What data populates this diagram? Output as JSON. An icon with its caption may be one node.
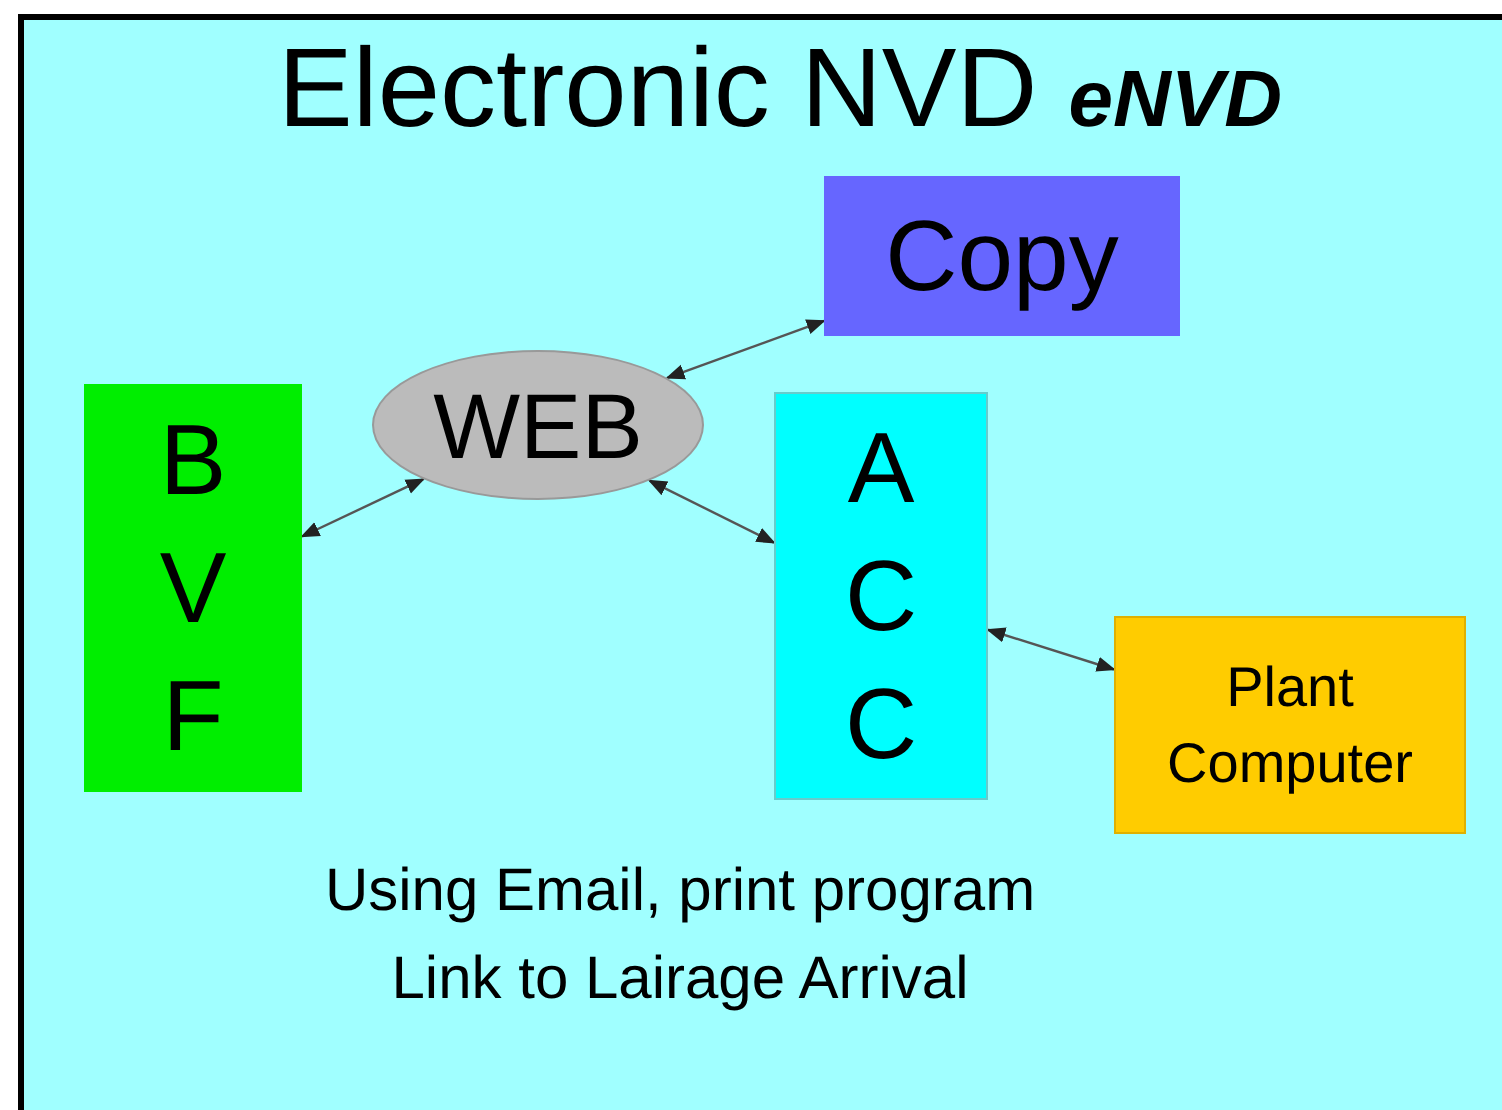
{
  "diagram": {
    "title": "Electronic NVD **eNVD**",
    "nodes": [
      {
        "text": [
          "Copy"
        ]
      },
      {
        "text": [
          "B V F"
        ]
      },
      {
        "text": [
          "WEB"
        ]
      },
      {
        "text": [
          "A C C"
        ]
      },
      {
        "text": [
          "Plant Computer"
        ]
      }
    ],
    "edges": [
      {
        "from": 2,
        "to": 0,
        "arrow": "both"
      },
      {
        "from": 2,
        "to": 1,
        "arrow": "both"
      },
      {
        "from": 2,
        "to": 3,
        "arrow": "both"
      },
      {
        "from": 3,
        "to": 4,
        "arrow": "both"
      }
    ],
    "labels": [
      "Using Email, print program",
      "Link to Lairage Arrival"
    ]
  }
}
